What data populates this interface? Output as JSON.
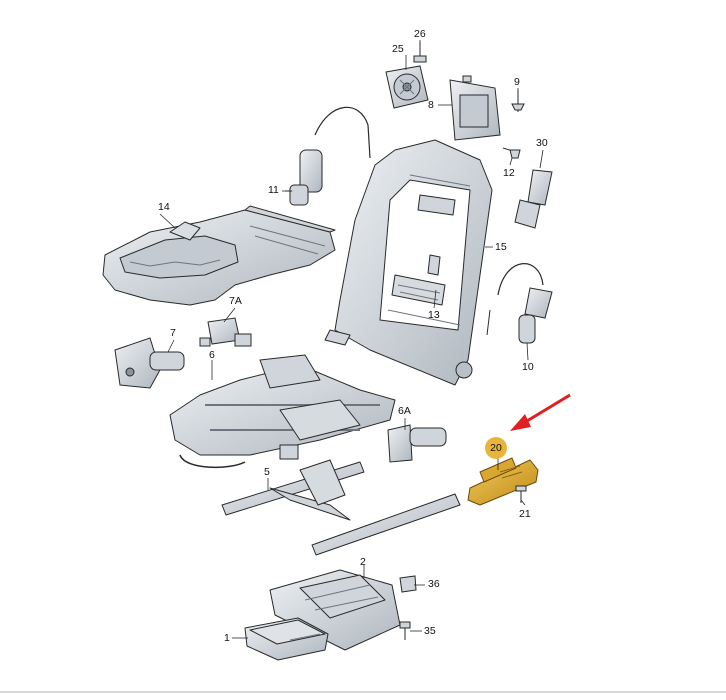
{
  "labels": {
    "p1": "1",
    "p2": "2",
    "p5": "5",
    "p6": "6",
    "p6a": "6A",
    "p7": "7",
    "p7a": "7A",
    "p8": "8",
    "p9": "9",
    "p10": "10",
    "p11": "11",
    "p12": "12",
    "p13": "13",
    "p14": "14",
    "p15": "15",
    "p20": "20",
    "p21": "21",
    "p25": "25",
    "p26": "26",
    "p30": "30",
    "p35": "35",
    "p36": "36"
  },
  "colors": {
    "line": "#2a2a2a",
    "part_fill": "#dfe3e7",
    "part_shade": "#b9c0c7",
    "part_dark": "#8a939c",
    "highlight_part": "#e0b23a",
    "highlight_badge": "#e7b53a",
    "arrow": "#e02020"
  },
  "highlighted_part": "20"
}
